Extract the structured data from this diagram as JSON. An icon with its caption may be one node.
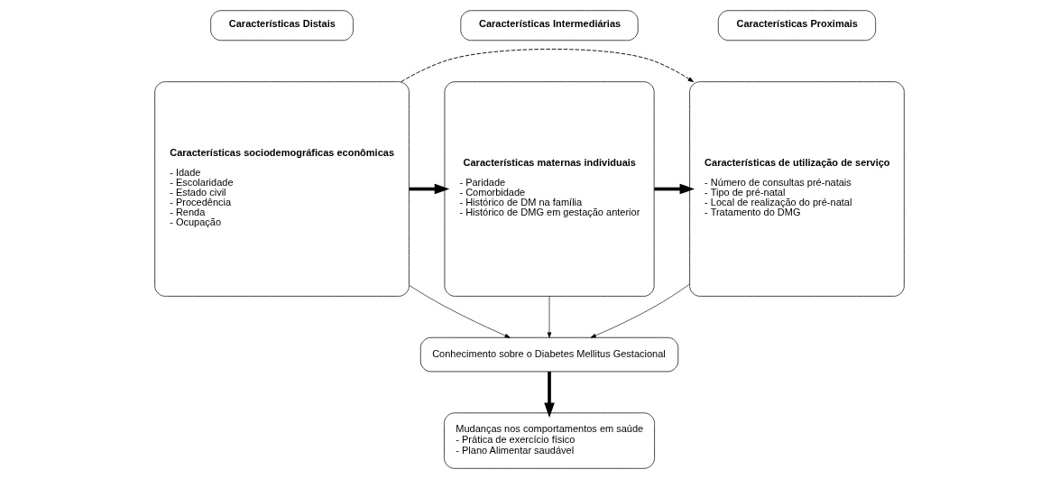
{
  "diagram": {
    "nodes": [
      {
        "text": [
          "Características Distais"
        ]
      },
      {
        "text": [
          "Características Intermediárias"
        ]
      },
      {
        "text": [
          "Características Proximais"
        ]
      },
      {
        "text": [
          "Características sociodemográficas econômicas",
          "- Idade",
          "- Escolaridade",
          "- Estado civil",
          "- Procedência",
          "- Renda",
          "- Ocupação"
        ]
      },
      {
        "text": [
          "Características maternas individuais",
          "- Paridade",
          "- Comorbidade",
          "- Histórico de DM na família",
          "- Histórico de DMG em gestação anterior"
        ]
      },
      {
        "text": [
          "Características de utilização de serviço",
          "- Número de consultas pré-natais",
          "- Tipo de pré-natal",
          "- Local de realização do pré-natal",
          "- Tratamento do DMG"
        ]
      },
      {
        "text": [
          "Conhecimento sobre o Diabetes Mellitus Gestacional"
        ]
      },
      {
        "text": [
          "Mudanças nos comportamentos em saúde",
          "- Prática de exercício físico",
          "- Plano Alimentar saudável"
        ]
      }
    ],
    "edges": [
      {
        "from": 3,
        "to": 4,
        "arrow": "to",
        "style": "thick"
      },
      {
        "from": 4,
        "to": 5,
        "arrow": "to",
        "style": "thick"
      },
      {
        "from": 3,
        "to": 6,
        "arrow": "to"
      },
      {
        "from": 4,
        "to": 6,
        "arrow": "to"
      },
      {
        "from": 5,
        "to": 6,
        "arrow": "to"
      },
      {
        "from": 6,
        "to": 7,
        "arrow": "to",
        "style": "thick"
      },
      {
        "from": 3,
        "to": 5,
        "arrow": "to",
        "style": "dashed"
      }
    ]
  }
}
